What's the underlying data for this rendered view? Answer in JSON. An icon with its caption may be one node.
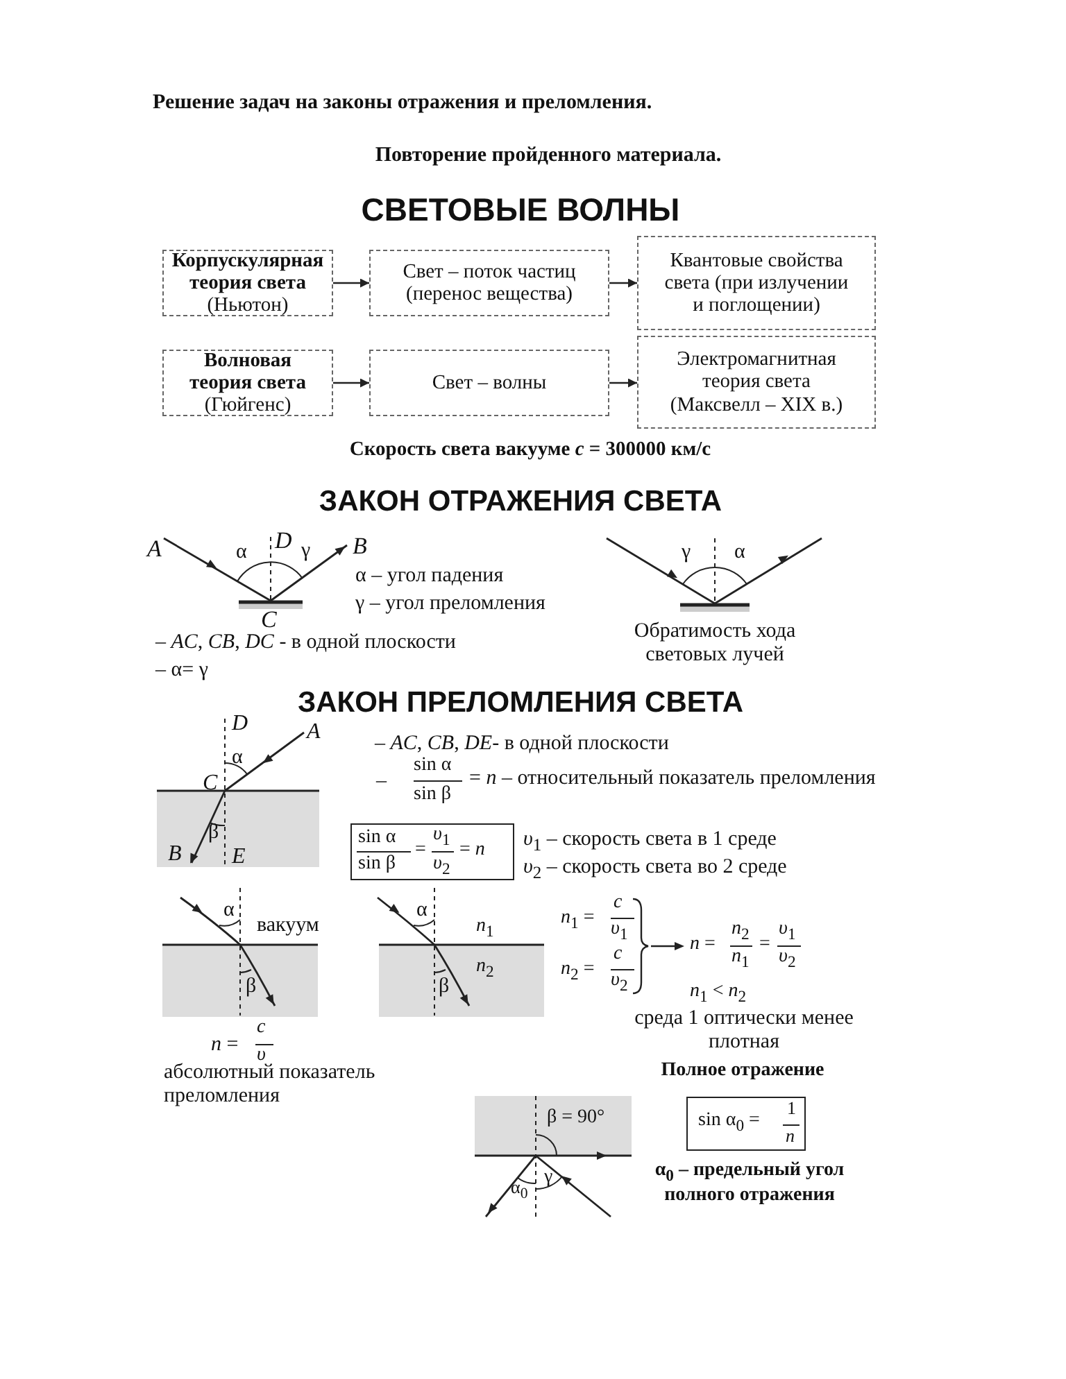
{
  "diagram": {
    "title": "Решение задач на законы отражения и преломления.",
    "nodes": [
      {
        "text": [
          "Корпускулярная теория света",
          "(Ньютон)"
        ]
      },
      {
        "text": [
          "Свет – поток частиц (перенос вещества)"
        ]
      },
      {
        "text": [
          "Квантовые свойства света (при излучении и поглощении)"
        ]
      },
      {
        "text": [
          "Волновая теория света",
          "(Гюйгенс)"
        ]
      },
      {
        "text": [
          "Свет – волны"
        ]
      },
      {
        "text": [
          "Электромагнитная теория света (Максвелл – XIX в.)"
        ]
      }
    ],
    "edges": [
      {
        "from": 0,
        "to": 1,
        "arrow": "to"
      },
      {
        "from": 1,
        "to": 2,
        "arrow": "to"
      },
      {
        "from": 3,
        "to": 4,
        "arrow": "to"
      },
      {
        "from": 4,
        "to": 5,
        "arrow": "to"
      }
    ],
    "labels": [
      "Повторение пройденного материала.",
      "СВЕТОВЫЕ ВОЛНЫ",
      "Скорость света  вакууме *c* = 300000 км/с",
      "ЗАКОН ОТРАЖЕНИЯ СВЕТА",
      "*A*",
      "α",
      "*D*",
      "γ",
      "*B*",
      "*C*",
      "α – угол падения",
      "γ – угол преломления",
      "– *AC*, *CB*, *DC* - в одной плоскости",
      "– α= γ",
      "γ",
      "α",
      "Обратимость хода световых лучей",
      "ЗАКОН ПРЕЛОМЛЕНИЯ СВЕТА",
      "*D*",
      "*A*",
      "α",
      "*C*",
      "β",
      "*B*",
      "*E*",
      "– *AC*, *CB*, *DE*- в одной плоскости",
      "–",
      "sin α",
      "sin β",
      "= *n* – относительный показатель преломления",
      "sin α",
      "sin β",
      "=",
      "*υ*$_{1}$",
      "*υ*$_{2}$",
      "= *n*",
      "*υ*$_{1}$ – скорость света в 1 среде",
      "*υ*$_{2}$ – скорость света во 2 среде",
      "α",
      "вакуум",
      "β",
      "*n* =",
      "*c*",
      "*υ*",
      "абсолютный показатель преломления",
      "α",
      "*n*$_{1}$",
      "*n*$_{2}$",
      "β",
      "*n*$_{1}$ =",
      "*c*",
      "*υ*$_{1}$",
      "*n*$_{2}$ =",
      "*c*",
      "*υ*$_{2}$",
      "*n* =",
      "*n*$_{2}$",
      "*n*$_{1}$",
      "=",
      "*υ*$_{1}$",
      "*υ*$_{2}$",
      "*n*$_{1}$ < *n*$_{2}$",
      "среда  1 оптически менее плотная",
      "Полное отражение",
      "β = 90°",
      "α$_{0}$",
      "γ",
      "sin α$_{0}$ =",
      "1",
      "*n*",
      "α$_{0}$ – предельный угол полного отражения"
    ]
  }
}
